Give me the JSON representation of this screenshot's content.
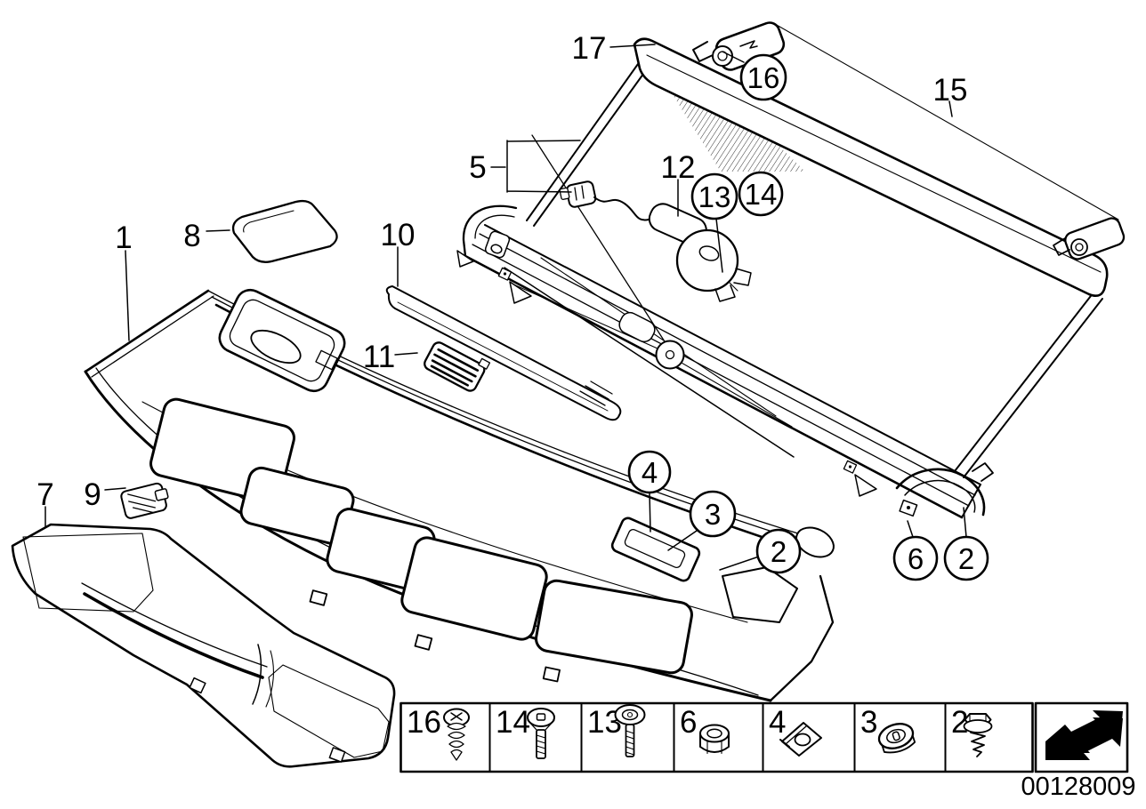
{
  "page": {
    "background": "#ffffff",
    "ink": "#000000"
  },
  "callouts": {
    "plain": [
      {
        "label": "1"
      },
      {
        "label": "5"
      },
      {
        "label": "7"
      },
      {
        "label": "8"
      },
      {
        "label": "9"
      },
      {
        "label": "10"
      },
      {
        "label": "11"
      },
      {
        "label": "12"
      },
      {
        "label": "15"
      },
      {
        "label": "17"
      }
    ],
    "circled": [
      {
        "label": "16"
      },
      {
        "label": "13"
      },
      {
        "label": "14"
      },
      {
        "label": "4"
      },
      {
        "label": "3"
      },
      {
        "label": "2"
      },
      {
        "label": "6"
      },
      {
        "label": "2"
      }
    ]
  },
  "legend": {
    "cells": [
      {
        "label": "16",
        "icon": "pan-head-screw-icon"
      },
      {
        "label": "14",
        "icon": "countersunk-screw-icon"
      },
      {
        "label": "13",
        "icon": "flange-head-screw-icon"
      },
      {
        "label": "6",
        "icon": "hex-nut-icon"
      },
      {
        "label": "4",
        "icon": "clip-nut-icon"
      },
      {
        "label": "3",
        "icon": "grommet-icon"
      },
      {
        "label": "2",
        "icon": "hex-head-screw-icon"
      }
    ]
  },
  "footer": {
    "drawing_number": "00128009"
  }
}
